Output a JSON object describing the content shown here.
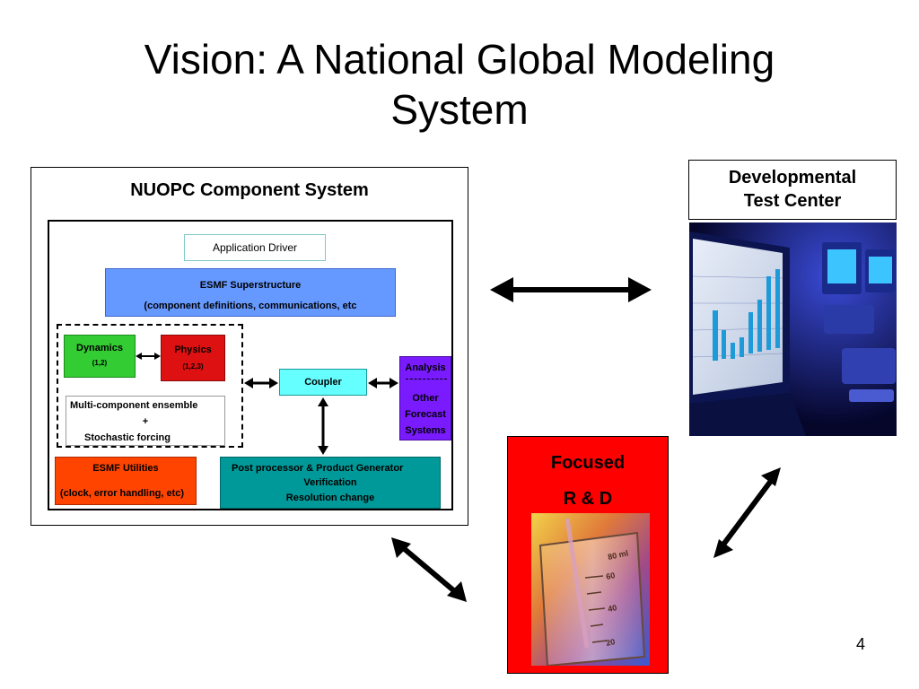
{
  "slide": {
    "title_line1": "Vision:  A National Global Modeling",
    "title_line2": "System",
    "page_number": "4"
  },
  "nuopc": {
    "title": "NUOPC Component System",
    "application_driver": "Application Driver",
    "esmf_superstructure": {
      "line1": "ESMF Superstructure",
      "line2": "(component definitions, communications, etc"
    },
    "dynamics": {
      "label": "Dynamics",
      "sub": "(1,2)"
    },
    "physics": {
      "label": "Physics",
      "sub": "(1,2,3)"
    },
    "ensemble": {
      "line1": "Multi-component ensemble",
      "line2": "+",
      "line3": "Stochastic forcing"
    },
    "coupler": "Coupler",
    "analysis": {
      "line1": "Analysis",
      "line2": "Other",
      "line3": "Forecast",
      "line4": "Systems"
    },
    "esmf_utilities": {
      "line1": "ESMF Utilities",
      "line2": "(clock, error handling, etc)"
    },
    "post_processor": {
      "line1": "Post processor & Product Generator",
      "line2": "Verification",
      "line3": "Resolution change"
    }
  },
  "dtc": {
    "line1": "Developmental",
    "line2": "Test Center"
  },
  "focused_rd": {
    "line1": "Focused",
    "line2": "R & D"
  },
  "colors": {
    "esmf_superstructure": "#6699ff",
    "dynamics": "#33cc33",
    "physics": "#dd1111",
    "coupler": "#66ffff",
    "analysis": "#7a1aff",
    "esmf_utilities": "#ff4400",
    "post_processor": "#009999",
    "focused_rd": "#ff0000"
  }
}
